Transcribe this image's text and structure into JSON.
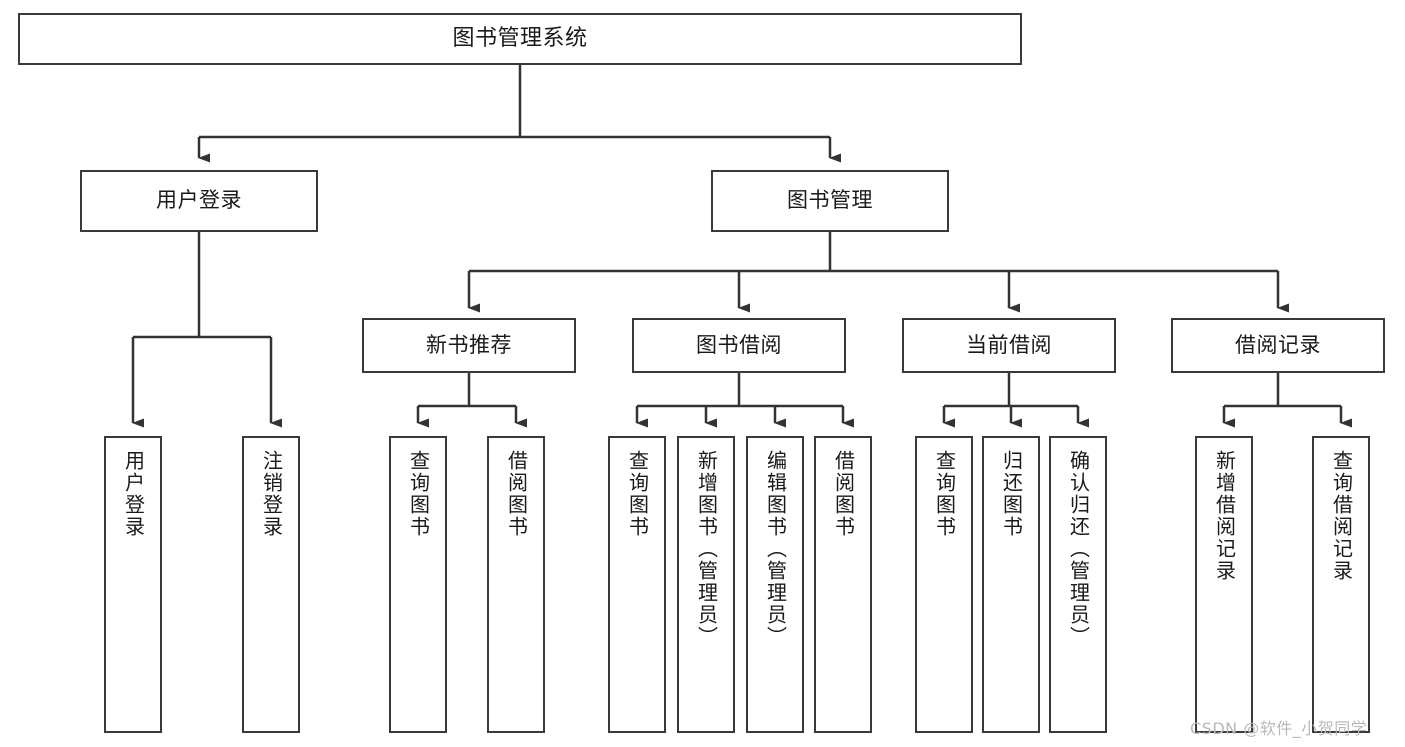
{
  "diagram": {
    "title": "图书管理系统",
    "type": "tree-hierarchy",
    "watermark": "CSDN @软件_小贺同学",
    "colors": {
      "box_border": "#3a3a3a",
      "box_fill": "#ffffff",
      "connector": "#333333",
      "text": "#1a1a1a",
      "watermark": "#b9b9b9",
      "background": "#ffffff"
    },
    "root": {
      "label": "图书管理系统"
    },
    "level1": [
      {
        "label": "用户登录"
      },
      {
        "label": "图书管理"
      }
    ],
    "level2": [
      {
        "label": "新书推荐"
      },
      {
        "label": "图书借阅"
      },
      {
        "label": "当前借阅"
      },
      {
        "label": "借阅记录"
      }
    ],
    "leaves": {
      "user_login": [
        {
          "label": "用户登录"
        },
        {
          "label": "注销登录"
        }
      ],
      "new_book_recommend": [
        {
          "label": "查询图书"
        },
        {
          "label": "借阅图书"
        }
      ],
      "book_borrow": [
        {
          "label": "查询图书"
        },
        {
          "label": "新增图书（管理员）"
        },
        {
          "label": "编辑图书（管理员）"
        },
        {
          "label": "借阅图书"
        }
      ],
      "current_borrow": [
        {
          "label": "查询图书"
        },
        {
          "label": "归还图书"
        },
        {
          "label": "确认归还（管理员）"
        }
      ],
      "borrow_records": [
        {
          "label": "新增借阅记录"
        },
        {
          "label": "查询借阅记录"
        }
      ]
    }
  }
}
